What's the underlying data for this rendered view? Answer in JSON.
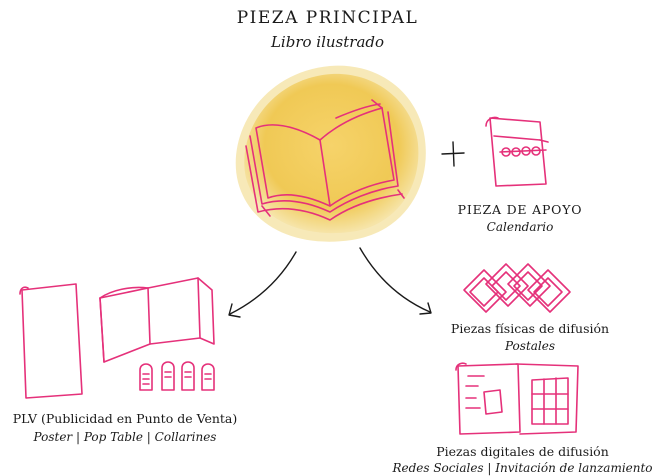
{
  "main_piece": {
    "title": "PIEZA PRINCIPAL",
    "subtitle": "Libro ilustrado",
    "icon": "open-book-icon",
    "blob_color": "#f1cd5c"
  },
  "support_piece": {
    "title": "PIEZA DE APOYO",
    "subtitle": "Calendario",
    "icon": "calendar-icon"
  },
  "plus_icon": "plus-icon",
  "plv": {
    "title": "PLV (Publicidad en Punto de Venta)",
    "subtitle": "Poster | Pop Table | Collarines",
    "icons": [
      "poster-icon",
      "pop-table-icon",
      "collarines-icon"
    ]
  },
  "physical": {
    "title": "Piezas físicas de difusión",
    "subtitle": "Postales",
    "icon": "postcards-icon"
  },
  "digital": {
    "title": "Piezas digitales de difusión",
    "subtitle": "Redes Sociales | Invitación de lanzamiento",
    "icon": "digital-screens-icon"
  },
  "colors": {
    "accent": "#e5317a",
    "blob": "#f1cd5c",
    "text": "#1a1a1a"
  }
}
